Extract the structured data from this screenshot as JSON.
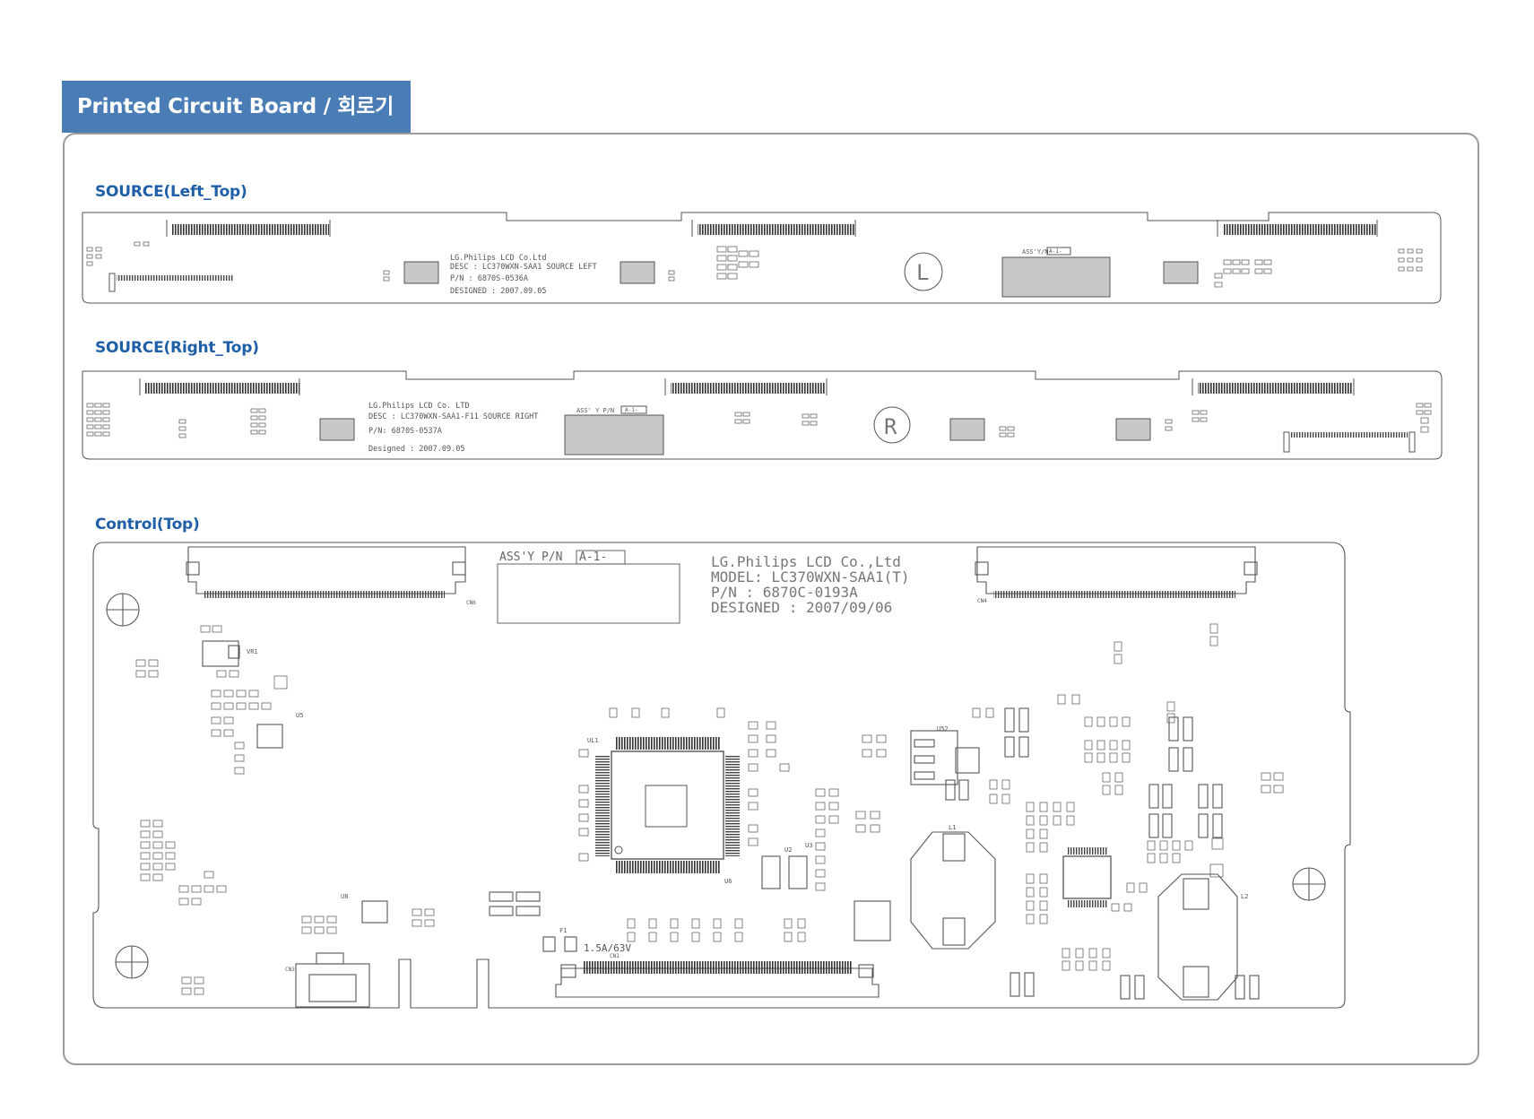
{
  "header": {
    "title": "Printed Circuit Board /  회로기판",
    "accent_color": "#4a7db5"
  },
  "sections": {
    "source_left": {
      "label": "SOURCE(Left_Top)",
      "silk_lines": [
        "LG.Philips LCD Co.Ltd",
        "DESC : LC370WXN-SAA1 SOURCE LEFT",
        "P/N : 6870S-0536A",
        "DESIGNED : 2007.09.05"
      ],
      "assy_label": "ASS'Y/N",
      "assy_value": "A-1-",
      "side_mark": "L"
    },
    "source_right": {
      "label": "SOURCE(Right_Top)",
      "silk_lines": [
        "LG.Philips LCD Co.  LTD",
        "DESC : LC370WXN-SAA1-F11 SOURCE RIGHT",
        "P/N: 6870S-0537A",
        "Designed : 2007.09.05"
      ],
      "assy_label": "ASS' Y P/N",
      "assy_value": "A-1-",
      "side_mark": "R"
    },
    "control_top": {
      "label": "Control(Top)",
      "assy_label": "ASS'Y P/N",
      "assy_value": "A-1-",
      "silk_lines": [
        "LG.Philips LCD Co.,Ltd",
        "MODEL: LC370WXN-SAA1(T)",
        "P/N : 6870C-0193A",
        "DESIGNED : 2007/09/06"
      ],
      "fuse_label": "1.5A/63V",
      "connectors": [
        "CN6",
        "CN4",
        "CN1",
        "CN3"
      ],
      "ic_labels": [
        "UL1",
        "U2",
        "U3",
        "U5",
        "U6",
        "U8",
        "U52",
        "L1",
        "L2",
        "VR1",
        "F1"
      ]
    }
  }
}
